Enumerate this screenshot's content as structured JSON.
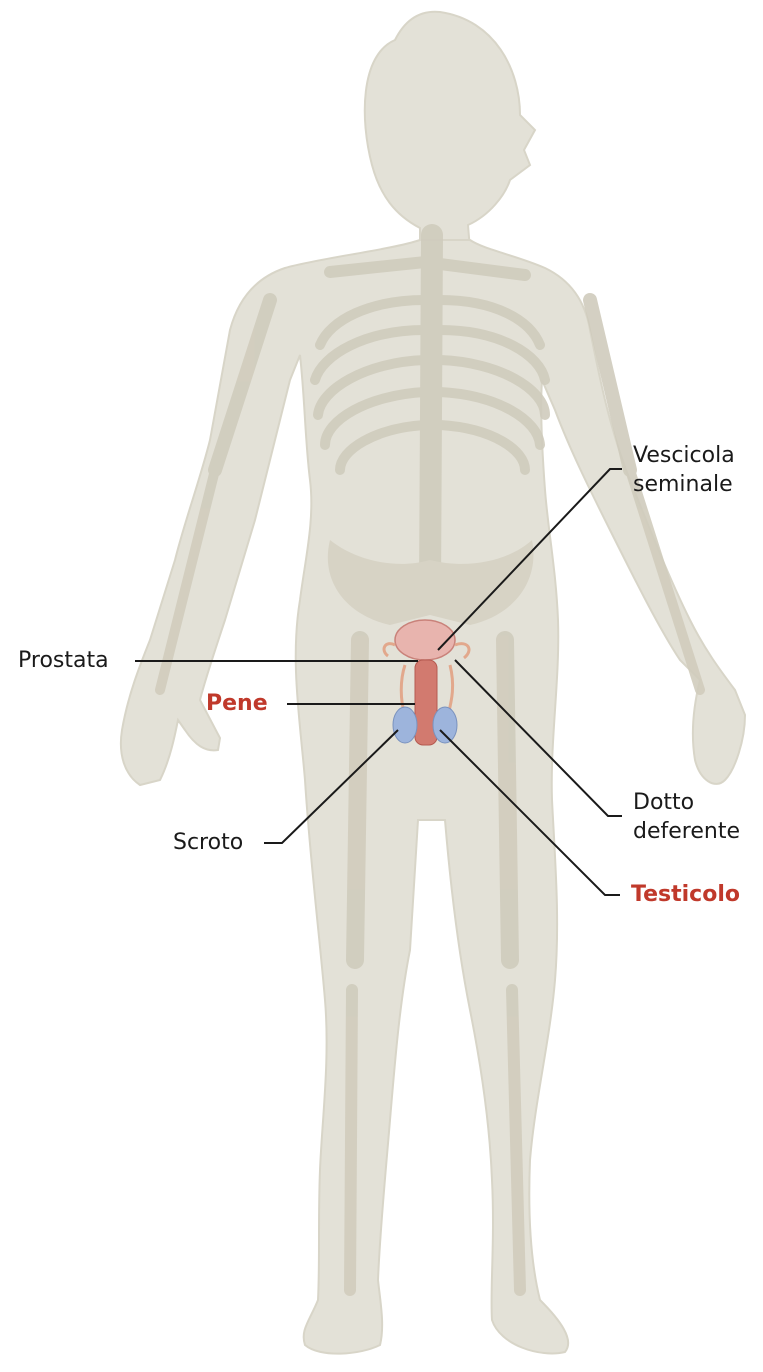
{
  "colors": {
    "body_silhouette": "#e2e0d6",
    "body_outline": "#d6d3c6",
    "skeleton": "#d2cec0",
    "organ_pink": "#e3a5a0",
    "organ_red": "#c8645a",
    "organ_blue": "#8fa9d6",
    "leader_line": "#1a1a1a",
    "highlight_text": "#c0392b"
  },
  "labels": {
    "vescicola": [
      "Vescicola",
      "seminale"
    ],
    "prostata": "Prostata",
    "pene": "Pene",
    "dotto": [
      "Dotto",
      "deferente"
    ],
    "scroto": "Scroto",
    "testicolo": "Testicolo"
  }
}
